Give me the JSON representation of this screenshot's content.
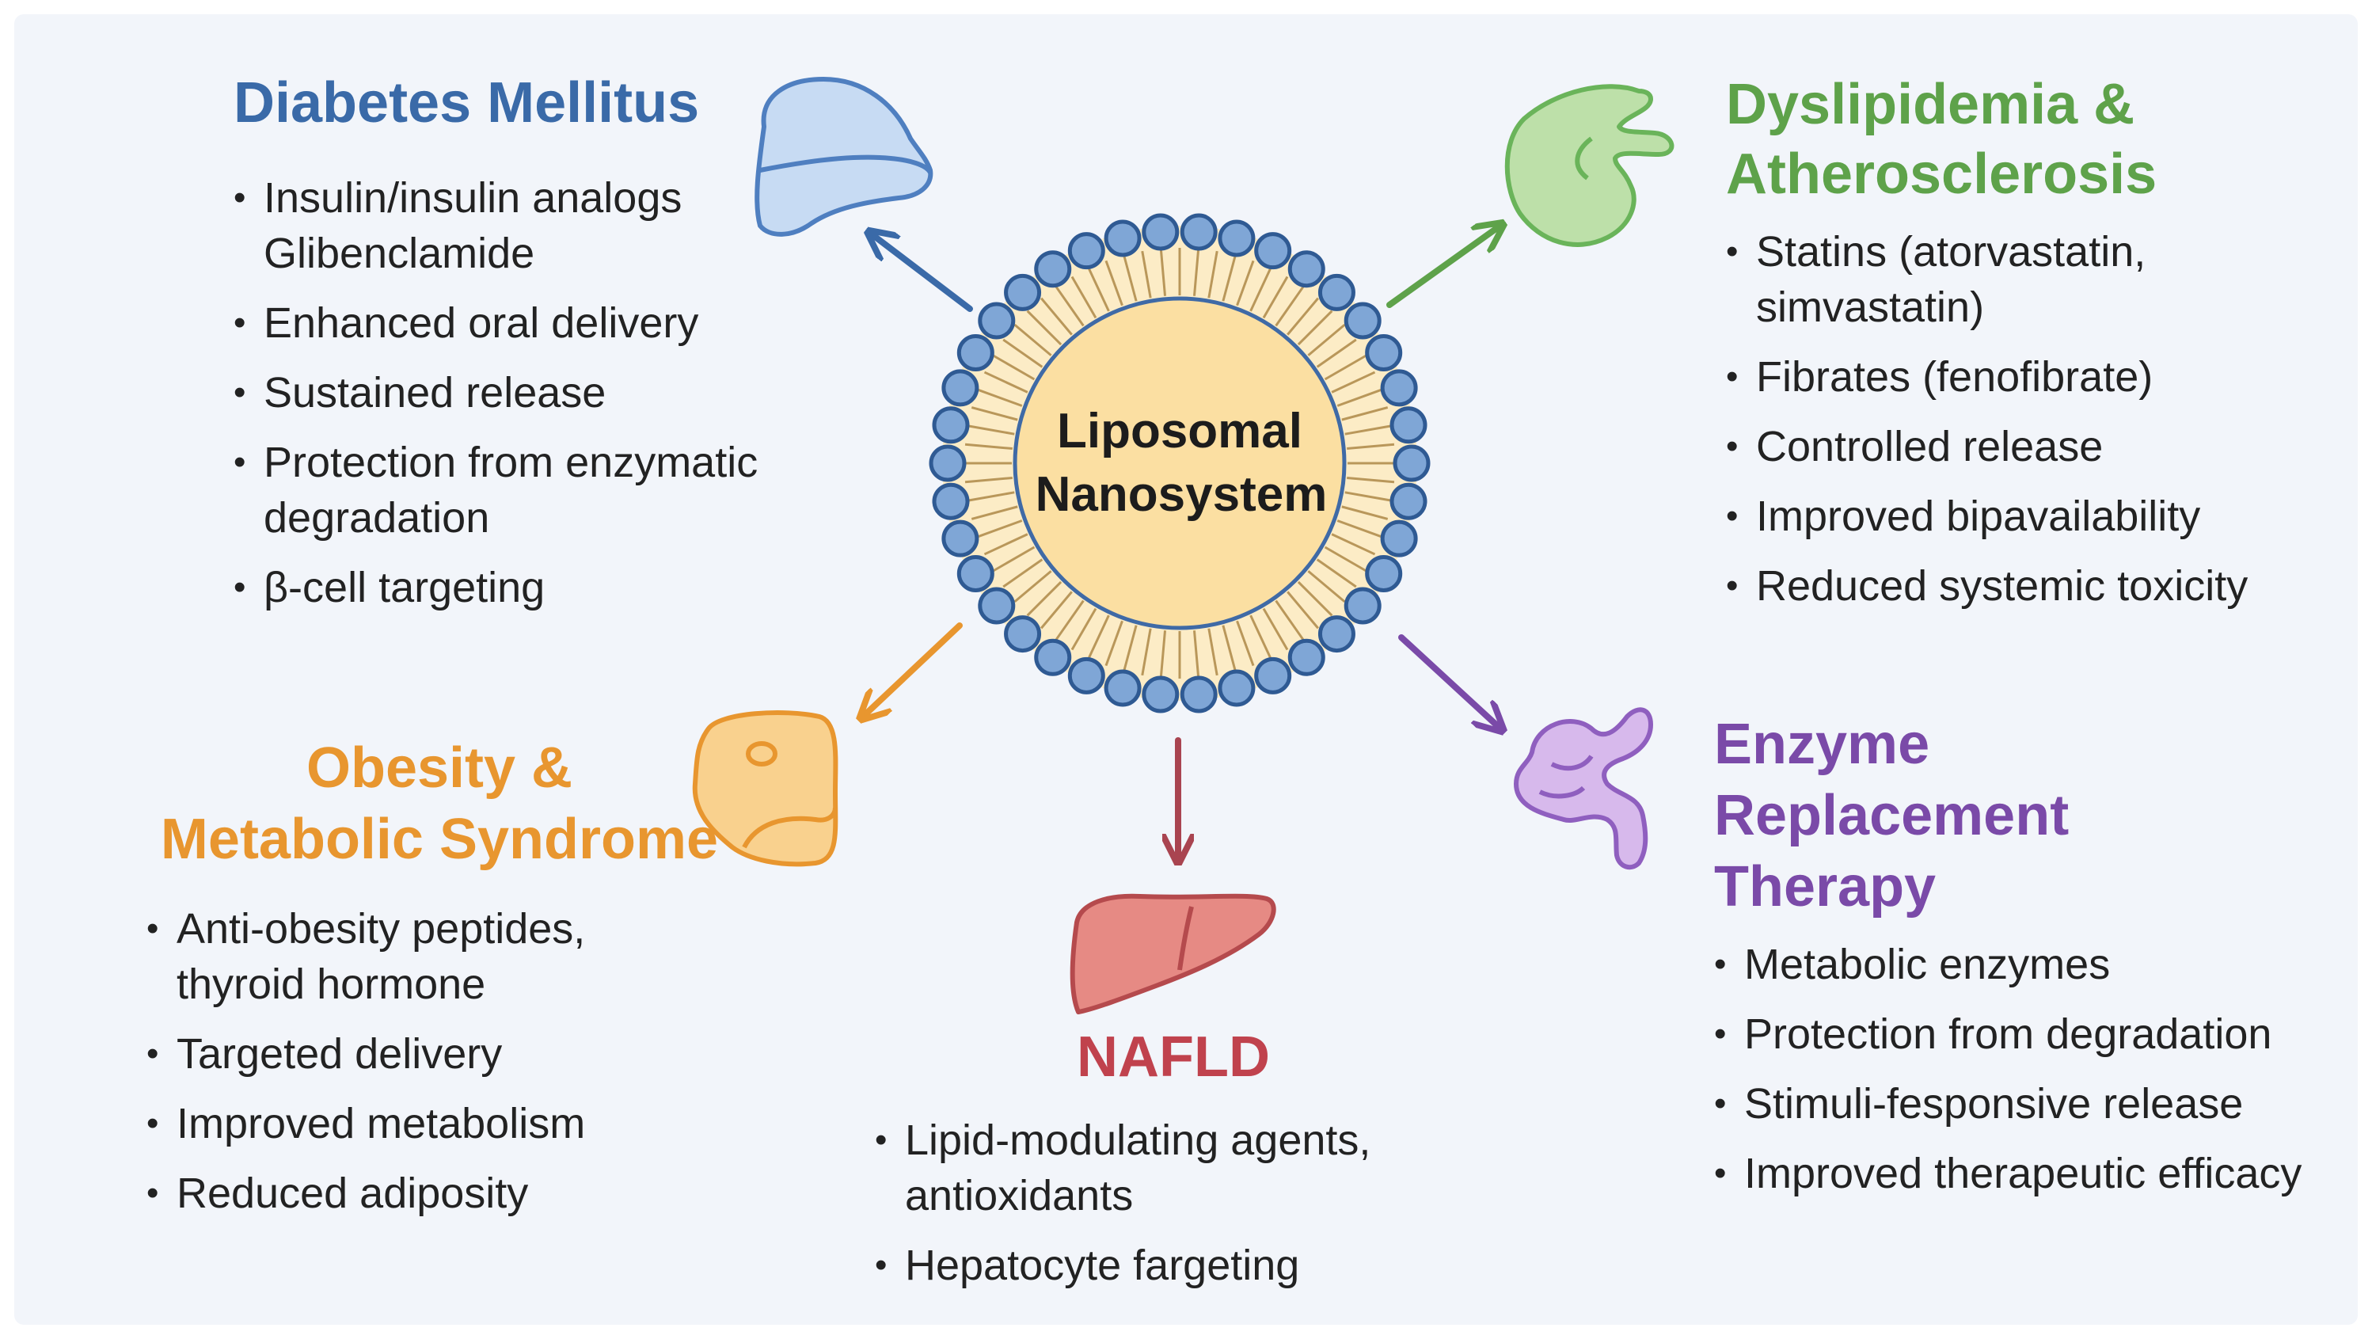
{
  "center": {
    "label_line1": "Liposomal",
    "label_line2": "Nanosystem"
  },
  "colors": {
    "diabetes": "#3a6aa8",
    "dyslipidemia": "#5ea24a",
    "obesity": "#e8962f",
    "nafld": "#c0424d",
    "enzyme": "#7a4aa8",
    "liposome_head": "#7fa6d6",
    "liposome_core": "#fbdfa2"
  },
  "sections": {
    "diabetes": {
      "title": "Diabetes Mellitus",
      "icon": "pancreas-icon",
      "items": [
        "Insulin/insulin analogs\nGlibenclamide",
        "Enhanced oral delivery",
        "Sustained release",
        "Protection from enzymatic\ndegradation",
        "β-cell targeting"
      ]
    },
    "dyslipidemia": {
      "title": "Dyslipidemia &\nAtherosclerosis",
      "icon": "stomach-icon",
      "items": [
        "Statins (atorvastatin,\nsimvastatin)",
        "Fibrates (fenofibrate)",
        "Controlled release",
        "Improved bipavailability",
        "Reduced systemic toxicity"
      ]
    },
    "obesity": {
      "title": "Obesity &\nMetabolic Syndrome",
      "icon": "adipocyte-icon",
      "items": [
        "Anti-obesity peptides,\nthyroid hormone",
        "Targeted delivery",
        "Improved metabolism",
        "Reduced adiposity"
      ]
    },
    "nafld": {
      "title": "NAFLD",
      "icon": "liver-icon",
      "items": [
        "Lipid-modulating agents,\nantioxidants",
        "Hepatocyte fargeting"
      ]
    },
    "enzyme": {
      "title": "Enzyme\nReplacement\nTherapy",
      "icon": "intestine-icon",
      "items": [
        "Metabolic enzymes",
        "Protection from degradation",
        "Stimuli-fesponsive release",
        "Improved therapeutic efficacy"
      ]
    }
  }
}
